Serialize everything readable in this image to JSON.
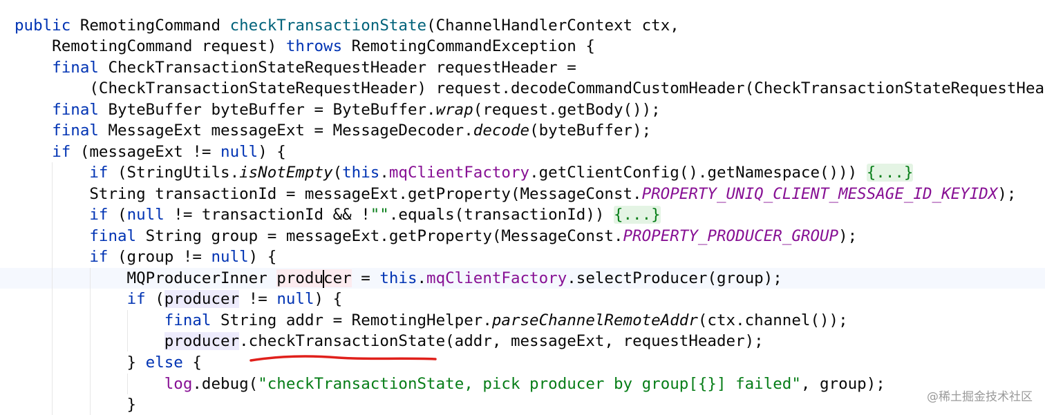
{
  "code": {
    "l1": [
      "public",
      " RemotingCommand ",
      "checkTransactionState",
      "(ChannelHandlerContext ctx,"
    ],
    "l2": [
      "    RemotingCommand request) ",
      "throws",
      " RemotingCommandException {"
    ],
    "l3": [
      "    ",
      "final",
      " CheckTransactionStateRequestHeader requestHeader ="
    ],
    "l4": [
      "        (CheckTransactionStateRequestHeader) request.decodeCommandCustomHeader(CheckTransactionStateRequestHea"
    ],
    "l5": [
      "    ",
      "final",
      " ByteBuffer byteBuffer = ByteBuffer.",
      "wrap",
      "(request.getBody());"
    ],
    "l6": [
      "    ",
      "final",
      " MessageExt messageExt = MessageDecoder.",
      "decode",
      "(byteBuffer);"
    ],
    "l7": [
      "    ",
      "if",
      " (messageExt != ",
      "null",
      ") {"
    ],
    "l8": [
      "        ",
      "if",
      " (StringUtils.",
      "isNotEmpty",
      "(",
      "this",
      ".",
      "mqClientFactory",
      ".getClientConfig().getNamespace())) ",
      "{...}"
    ],
    "l9": [
      "        String transactionId = messageExt.getProperty(MessageConst.",
      "PROPERTY_UNIQ_CLIENT_MESSAGE_ID_KEYIDX",
      ");"
    ],
    "l10": [
      "        ",
      "if",
      " (",
      "null",
      " != transactionId && !",
      "\"\"",
      ".equals(transactionId)) ",
      "{...}"
    ],
    "l11": [
      "        ",
      "final",
      " String group = messageExt.getProperty(MessageConst.",
      "PROPERTY_PRODUCER_GROUP",
      ");"
    ],
    "l12": [
      "        ",
      "if",
      " (group != ",
      "null",
      ") {"
    ],
    "l13": [
      "            MQProducerInner ",
      "produ",
      "cer",
      " = ",
      "this",
      ".",
      "mqClientFactory",
      ".selectProducer(group);"
    ],
    "l14": [
      "            ",
      "if",
      " (",
      "producer",
      " != ",
      "null",
      ") {"
    ],
    "l15": [
      "                ",
      "final",
      " String addr = RemotingHelper.",
      "parseChannelRemoteAddr",
      "(ctx.channel());"
    ],
    "l16": [
      "                ",
      "producer",
      ".checkTransactionState(addr, messageExt, requestHeader);"
    ],
    "l17": [
      "            } ",
      "else",
      " {"
    ],
    "l18": [
      "                ",
      "log",
      ".debug(",
      "\"checkTransactionState, pick producer by group[{}] failed\"",
      ", group);"
    ],
    "l19": [
      "            }"
    ]
  },
  "watermark": "@稀土掘金技术社区",
  "colors": {
    "keyword": "#0033b3",
    "method_decl": "#00627a",
    "field": "#871094",
    "string": "#067d17",
    "annotation_underline": "#e0201b",
    "current_line": "#f5f8fe"
  }
}
